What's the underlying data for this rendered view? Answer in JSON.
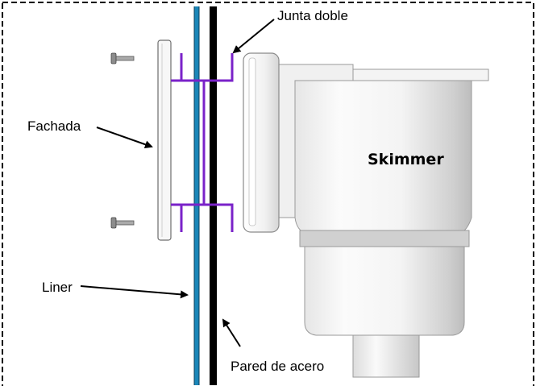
{
  "labels": {
    "junta_doble": "Junta doble",
    "fachada": "Fachada",
    "skimmer": "Skimmer",
    "liner": "Liner",
    "pared_de_acero": "Pared de acero"
  },
  "colors": {
    "liner_line": "#1a86b8",
    "steel_wall": "#000000",
    "gasket": "#7a22c9",
    "border": "#000000",
    "body_light": "#f2f2f2",
    "body_shade": "#d4d4d4",
    "body_outline": "#9a9a9a"
  },
  "icons": {
    "screw": "screw-icon"
  }
}
